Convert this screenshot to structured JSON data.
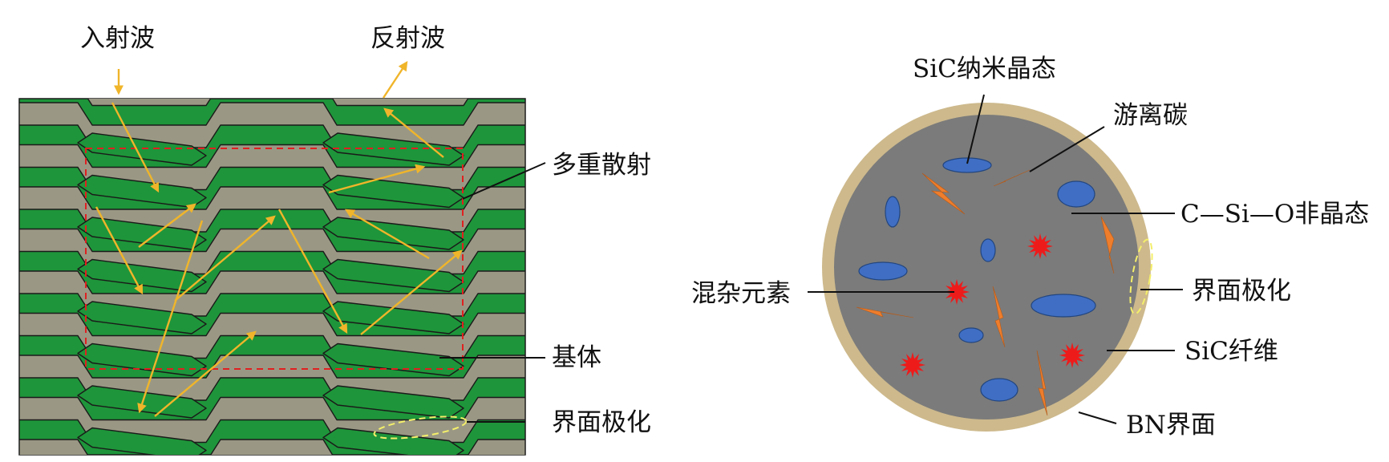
{
  "left_diagram": {
    "incident_wave": "入射波",
    "reflected_wave": "反射波",
    "multiple_scattering": "多重散射",
    "matrix": "基体",
    "interface_polarization": "界面极化"
  },
  "right_diagram": {
    "sic_nanocrystal": "SiC纳米晶态",
    "free_carbon": "游离碳",
    "amorphous_phase": "C—Si—O非晶态",
    "impurity_elements": "混杂元素",
    "interface_polarization": "界面极化",
    "sic_fiber": "SiC纤维",
    "bn_interface": "BN界面"
  },
  "colors": {
    "woven_green": "#1e953a",
    "weft_gray": "#9a9884",
    "wave_arrow": "#f0b52a",
    "scatter_box": "#e02020",
    "fiber_core": "#7b7b7b",
    "bn_ring": "#cdb98c",
    "sic_grain": "#3f6ec4",
    "free_carbon": "#ee7d2c",
    "impurity": "#ee1b1b"
  }
}
